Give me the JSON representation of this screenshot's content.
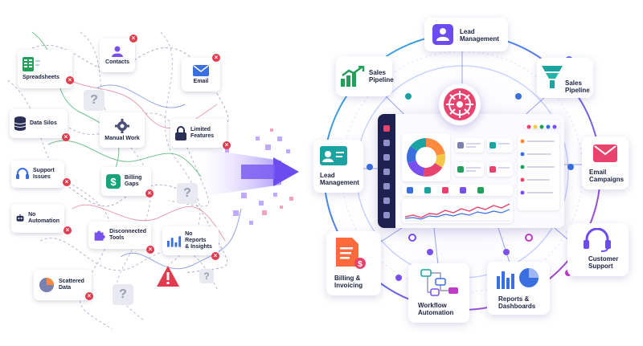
{
  "left_tiles": {
    "spreadsheets": "Spreadsheets",
    "contacts": "Contacts",
    "email": "Email",
    "data_silos": "Data Silos",
    "manual_work": "Manual Work",
    "limited_features": "Limited\nFeatures",
    "support_issues": "Support\nIssues",
    "billing_gaps": "Billing\nGaps",
    "no_automation": "No\nAutomation",
    "disconnected_tools": "Disconnected\nTools",
    "no_reports": "No Reports\n& Insights",
    "scattered_data": "Scattered\nData"
  },
  "question_mark": "?",
  "x_mark": "×",
  "modules": {
    "lead_management_top": "Lead\nManagement",
    "sales_pipeline_left": "Sales\nPipeline",
    "sales_pipeline_right": "Sales\nPipeline",
    "lead_management_left": "Lead\nManagement",
    "email_campaigns": "Email\nCampaigns",
    "customer_support": "Customer\nSupport",
    "billing_invoicing": "Billing &\nInvoicing",
    "workflow_automation": "Workflow\nAutomation",
    "reports_dashboards": "Reports &\nDashboards"
  },
  "colors": {
    "accent_purple": "#6c4cf0",
    "hub_pink": "#e8436e",
    "alert_red": "#e23b4e",
    "ring_blue": "#3a6fe0",
    "green": "#22a05a",
    "teal": "#1aa3a0"
  },
  "donut_segments": [
    {
      "color": "#ff8a3d",
      "value": 22
    },
    {
      "color": "#f4c842",
      "value": 12
    },
    {
      "color": "#e8436e",
      "value": 18
    },
    {
      "color": "#7a4ff0",
      "value": 18
    },
    {
      "color": "#3a6fe0",
      "value": 15
    },
    {
      "color": "#1aa3a0",
      "value": 15
    }
  ]
}
